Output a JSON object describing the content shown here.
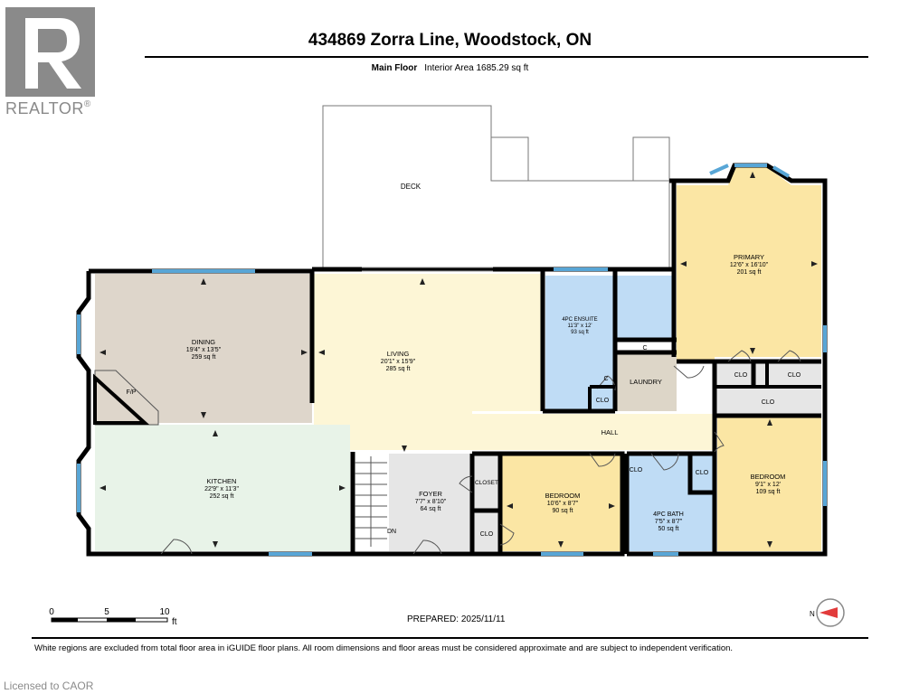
{
  "header": {
    "address": "434869 Zorra Line, Woodstock, ON",
    "floor_name": "Main Floor",
    "interior_area": "Interior Area 1685.29 sq ft"
  },
  "brand": {
    "name": "REALTOR",
    "mark": "®",
    "color": "#8a8a8a"
  },
  "rooms": {
    "deck": {
      "name": "DECK"
    },
    "dining": {
      "name": "DINING",
      "dims": "19'4\" x 13'5\"",
      "area": "259 sq ft"
    },
    "fireplace": {
      "name": "F/P"
    },
    "living": {
      "name": "LIVING",
      "dims": "20'1\" x 15'9\"",
      "area": "285 sq ft"
    },
    "ensuite": {
      "name": "4PC ENSUITE",
      "dims": "11'3\" x 12'",
      "area": "93 sq ft"
    },
    "primary": {
      "name": "PRIMARY",
      "dims": "12'6\" x 16'10\"",
      "area": "201 sq ft"
    },
    "laundry": {
      "name": "LAUNDRY"
    },
    "hall": {
      "name": "HALL"
    },
    "kitchen": {
      "name": "KITCHEN",
      "dims": "22'9\" x 11'3\"",
      "area": "252 sq ft"
    },
    "foyer": {
      "name": "FOYER",
      "dims": "7'7\" x 8'10\"",
      "area": "64 sq ft"
    },
    "stairs": {
      "name": "DN"
    },
    "closet": {
      "name": "CLOSET"
    },
    "bedroom2": {
      "name": "BEDROOM",
      "dims": "10'6\" x 8'7\"",
      "area": "90 sq ft"
    },
    "bath": {
      "name": "4PC BATH",
      "dims": "7'5\" x 8'7\"",
      "area": "50 sq ft"
    },
    "bedroom3": {
      "name": "BEDROOM",
      "dims": "9'1\" x 12'",
      "area": "109 sq ft"
    }
  },
  "closets": {
    "clo": "CLO",
    "c": "C"
  },
  "scale": {
    "ticks": [
      "0",
      "5",
      "10"
    ],
    "unit": "ft"
  },
  "compass": {
    "label": "N"
  },
  "prepared": "PREPARED: 2025/11/11",
  "footnote": "White regions are excluded from total floor area in iGUIDE floor plans. All room dimensions and floor areas must be considered approximate and are subject to independent verification.",
  "licensed": "Licensed to CAOR",
  "colors": {
    "dining": "#ded6cb",
    "living": "#fdf6d6",
    "kitchen": "#e8f3e8",
    "ensuite": "#bfdcf5",
    "primary": "#fbe6a4",
    "bedroom": "#fbe6a4",
    "bath": "#bfdcf5",
    "foyer": "#e6e6e6",
    "closet": "#e6e6e6",
    "hall": "#fdf6d6",
    "window": "#58a6d6",
    "wall": "#000000"
  }
}
